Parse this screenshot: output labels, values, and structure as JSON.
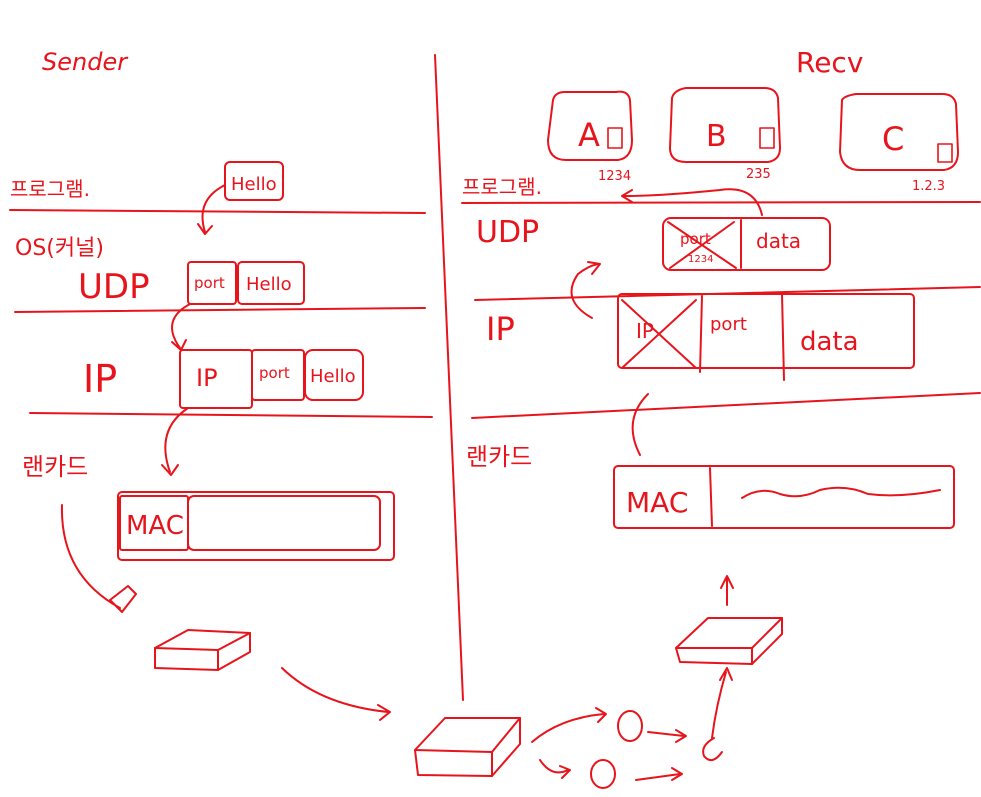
{
  "sender": {
    "title": "Sender",
    "layers": {
      "program": "프로그램.",
      "os": "OS(커널)",
      "udp": "UDP",
      "ip": "IP",
      "lancard": "랜카드"
    },
    "program_box": "Hello",
    "udp_boxes": [
      "port",
      "Hello"
    ],
    "ip_boxes": [
      "IP",
      "port",
      "Hello"
    ],
    "mac_box": "MAC"
  },
  "receiver": {
    "title": "Recv",
    "apps": [
      {
        "name": "A",
        "port": "1234"
      },
      {
        "name": "B",
        "port": "235"
      },
      {
        "name": "C",
        "port": "1.2.3"
      }
    ],
    "layers": {
      "program": "프로그램.",
      "udp": "UDP",
      "ip": "IP",
      "lancard": "랜카드"
    },
    "udp_boxes": [
      "port",
      "1234",
      "data"
    ],
    "ip_boxes": [
      "IP",
      "port",
      "data"
    ],
    "mac_box": "MAC"
  },
  "colors": {
    "ink": "#e8141c",
    "background": "#ffffff"
  }
}
